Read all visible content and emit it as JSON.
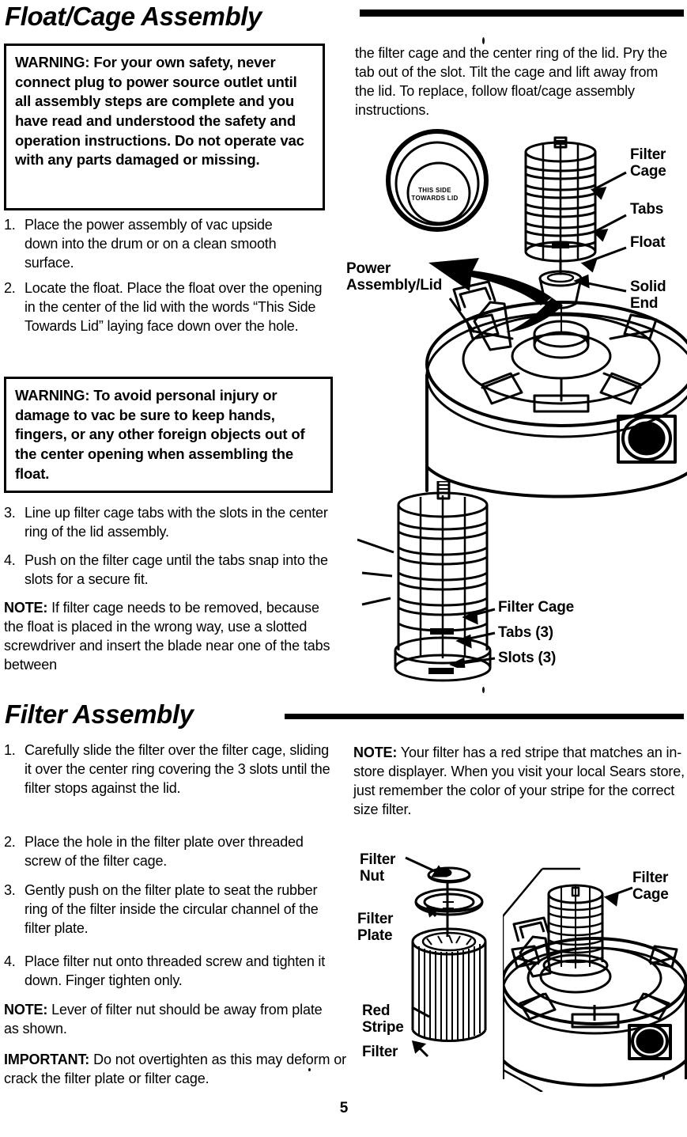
{
  "page": {
    "number": "5"
  },
  "sections": {
    "float_cage": {
      "title": "Float/Cage Assembly"
    },
    "filter": {
      "title": "Filter Assembly"
    }
  },
  "warnings": [
    {
      "id": "warning-plug",
      "text": "WARNING: For your own safety, never connect plug to power source outlet until all assembly steps are complete and you have read and understood the safety and operation instructions. Do not operate vac with any parts damaged or missing."
    },
    {
      "id": "warning-float",
      "text": "WARNING: To avoid personal injury or damage to vac be sure to keep hands, fingers, or any other foreign objects out of the center opening when assembling the float."
    }
  ],
  "float_cage_steps": [
    {
      "num": "1.",
      "text": "Place the power assembly of vac upside down into the drum or on a clean smooth surface."
    },
    {
      "num": "2.",
      "text": "Locate the float. Place the float over the opening in the center of the lid with the words “This Side Towards Lid” laying face down over the hole."
    },
    {
      "num": "3.",
      "text": "Line up filter cage tabs with the slots in the center ring of the lid assembly."
    },
    {
      "num": "4.",
      "text": "Push on the filter cage until the tabs snap into the slots for a secure fit."
    }
  ],
  "float_cage_note": {
    "lead": "NOTE:",
    "text": " If filter cage needs to be removed, because the float is placed in the wrong way, use a slotted screwdriver and insert the blade near one of the tabs between"
  },
  "float_cage_continued": "the filter cage and the center ring of the lid. Pry the tab out of the slot. Tilt the cage and lift away from the lid. To replace, follow float/cage assembly instructions.",
  "filter_steps": [
    {
      "num": "1.",
      "text": "Carefully slide the filter over the filter cage, sliding it over the center ring covering the 3 slots until the filter stops against the lid."
    },
    {
      "num": "2.",
      "text": "Place the hole in the filter plate over threaded screw of the filter cage."
    },
    {
      "num": "3.",
      "text": "Gently push on the filter plate to seat the rubber ring of the filter inside the circular channel of the filter plate."
    },
    {
      "num": "4.",
      "text": "Place filter nut onto threaded screw and tighten it down. Finger tighten only."
    }
  ],
  "filter_notes": [
    {
      "id": "note-lever",
      "lead": "NOTE:",
      "text": " Lever of filter nut should be away from plate as shown."
    },
    {
      "id": "important-overtighten",
      "lead": "IMPORTANT:",
      "text": " Do not overtighten as this may deform or crack the filter plate or filter cage."
    }
  ],
  "filter_note_right": {
    "lead": "NOTE:",
    "text": " Your filter has a red stripe that matches an in-store displayer. When you visit your local Sears store, just remember the color of your stripe for the correct size filter."
  },
  "figure_top_labels": {
    "filter_cage": "Filter\nCage",
    "tabs": "Tabs",
    "float": "Float",
    "solid_end": "Solid\nEnd",
    "power_assembly_lid": "Power\nAssembly/Lid",
    "float_text": "THIS SIDE\nTOWARDS LID"
  },
  "figure_cage_labels": {
    "filter_cage": "Filter Cage",
    "tabs": "Tabs (3)",
    "slots": "Slots (3)"
  },
  "figure_filter_labels": {
    "filter_nut": "Filter\nNut",
    "filter_plate": "Filter\nPlate",
    "red_stripe": "Red\nStripe",
    "filter": "Filter",
    "filter_cage": "Filter\nCage"
  },
  "colors": {
    "ink": "#000000",
    "paper": "#ffffff"
  }
}
